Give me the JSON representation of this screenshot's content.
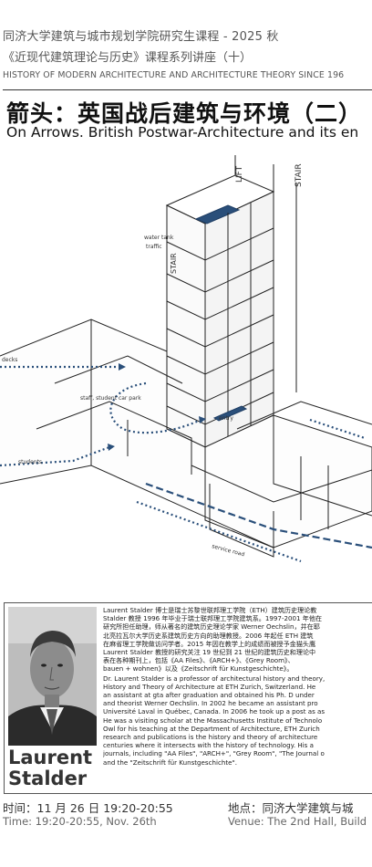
{
  "header": {
    "line1": "同济大学建筑与城市规划学院研究生课程 - 2025 秋",
    "line2": "《近现代建筑理论与历史》课程系列讲座（十）",
    "line3": "HISTORY OF MODERN ARCHITECTURE AND ARCHITECTURE THEORY SINCE 196"
  },
  "title": {
    "zh": "箭头：英国战后建筑与环境（二）",
    "en": "On Arrows. British Postwar-Architecture and its en"
  },
  "drawing": {
    "labels": {
      "lift": "LIFT",
      "stair_top": "STAIR",
      "stair_left": "STAIR",
      "water_tank": "water tank",
      "traffic": "traffic",
      "decks": "decks",
      "staff_car": "staff, student car park",
      "students": "students",
      "service_road": "service road",
      "entry": "entry"
    }
  },
  "speaker": {
    "name_line1": "Laurent",
    "name_line2": "Stalder",
    "bio_zh": [
      "Laurent Stalder 博士是瑞士苏黎世联邦理工学院（ETH）建筑历史理论教",
      "Stalder 教授 1996 年毕业于瑞士联邦理工学院建筑系。1997-2001 年他在",
      "研究所担任助理，师从著名的建筑历史理论学家 Werner Oechslin，并在耶",
      "北亮拉瓦尔大学历史系建筑历史方向的助理教授。2006 年起任 ETH 建筑",
      "在麻省理工学院做访问学者。2015 年因在教学上的成绩而被授予金猫头鹰",
      "Laurent Stalder 教授的研究关注 19 世纪到 21 世纪的建筑历史和理论中",
      "表在各种期刊上，包括《AA Files》、《ARCH+》、《Grey Room》、",
      "bauen + wohnen》以及《Zeitschrift für Kunstgeschichte》。"
    ],
    "bio_en": [
      "Dr. Laurent Stalder is a professor of architectural history and theory,",
      "History and Theory of Architecture at ETH Zurich, Switzerland. He",
      "an assistant at gta after graduation and obtained his Ph. D under",
      "and theorist Werner Oechslin. In 2002 he became an assistant pro",
      "Université Laval in Québec, Canada. In 2006 he took up a post as as",
      "He was a visiting scholar at the Massachusetts Institute of Technolo",
      "Owl for his teaching at the Department of Architecture, ETH Zurich",
      "research and publications is the history and theory of architecture",
      "centuries where it intersects with the history of technology. His a",
      "journals, including \"AA Files\", \"ARCH+\", \"Grey Room\", \"The Journal o",
      "and the \"Zeitschrift für Kunstgeschichte\"."
    ]
  },
  "footer": {
    "time_zh": "时间：11 月 26 日 19:20-20:55",
    "time_en": "Time: 19:20-20:55, Nov. 26th",
    "venue_zh": "地点：同济大学建筑与城",
    "venue_en": "Venue: The 2nd Hall, Build"
  }
}
